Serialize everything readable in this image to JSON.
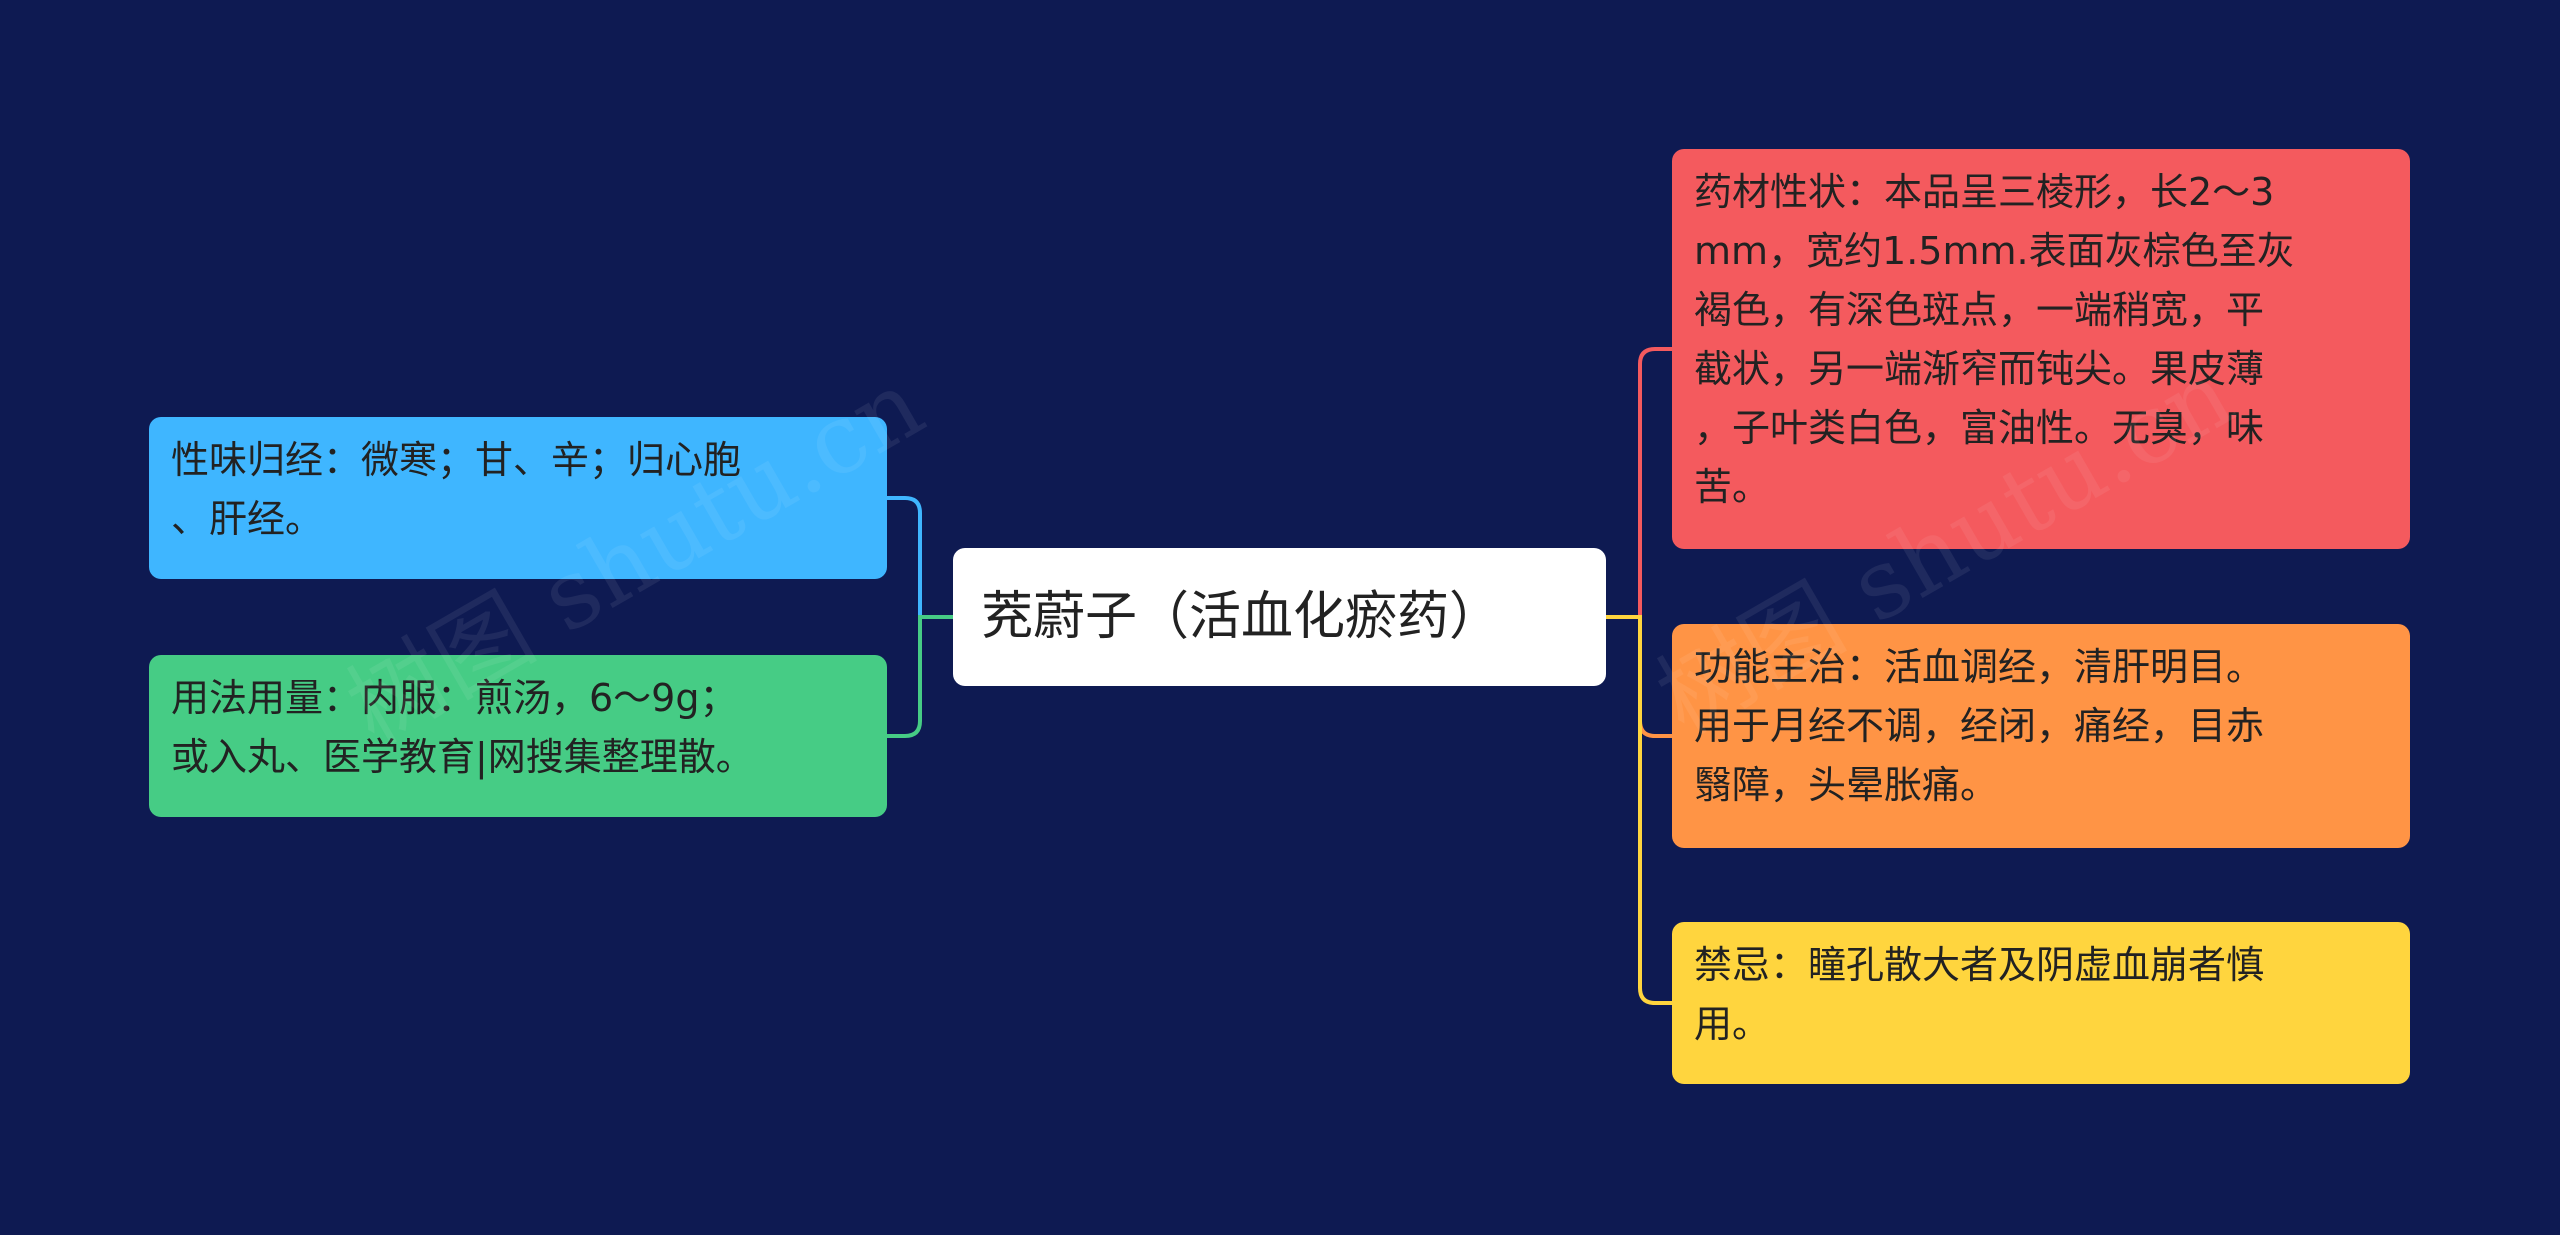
{
  "mindmap": {
    "center": {
      "label": "茺蔚子（活血化瘀药）"
    },
    "left_nodes": [
      {
        "text": "性味归经：微寒；甘、辛；归心胞\n、肝经。",
        "color": "#3fb6ff",
        "link_color": "#3fb6ff"
      },
      {
        "text": "用法用量：内服：煎汤，6～9g；\n或入丸、医学教育|网搜集整理散。",
        "color": "#46cc85",
        "link_color": "#46cc85"
      }
    ],
    "right_nodes": [
      {
        "text": "药材性状：本品呈三棱形，长2～3\nmm，宽约1.5mm.表面灰棕色至灰\n褐色，有深色斑点，一端稍宽，平\n截状，另一端渐窄而钝尖。果皮薄\n，子叶类白色，富油性。无臭，味\n苦。",
        "color": "#f45a5e",
        "link_color": "#f45a5e"
      },
      {
        "text": "功能主治：活血调经，清肝明目。\n用于月经不调，经闭，痛经，目赤\n翳障，头晕胀痛。",
        "color": "#ff9445",
        "link_color": "#ff9445"
      },
      {
        "text": "禁忌：瞳孔散大者及阴虚血崩者慎\n用。",
        "color": "#ffd53e",
        "link_color": "#ffd53e"
      }
    ],
    "watermark": "树图 shutu.cn"
  }
}
